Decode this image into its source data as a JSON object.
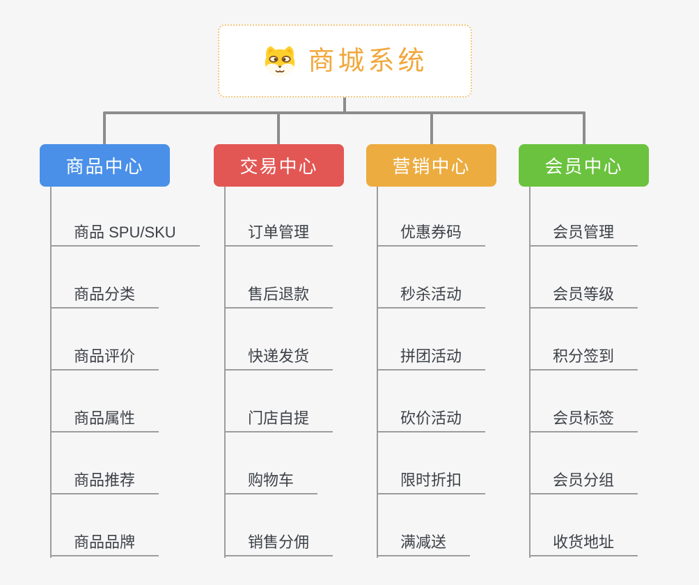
{
  "root": {
    "title": "商城系统",
    "icon": "dog-icon",
    "title_color": "#f0a83d",
    "border_color": "#f3c67c",
    "background": "#ffffff"
  },
  "canvas_background": "#f6f6f6",
  "connector_color": "#8c8c8c",
  "leaf_line_color": "#9c9c9c",
  "leaf_text_color": "#3d4147",
  "branches": [
    {
      "label": "商品中心",
      "color": "#4a90e8",
      "children": [
        "商品 SPU/SKU",
        "商品分类",
        "商品评价",
        "商品属性",
        "商品推荐",
        "商品品牌"
      ]
    },
    {
      "label": "交易中心",
      "color": "#e25754",
      "children": [
        "订单管理",
        "售后退款",
        "快递发货",
        "门店自提",
        "购物车",
        "销售分佣"
      ]
    },
    {
      "label": "营销中心",
      "color": "#ecac40",
      "children": [
        "优惠券码",
        "秒杀活动",
        "拼团活动",
        "砍价活动",
        "限时折扣",
        "满减送"
      ]
    },
    {
      "label": "会员中心",
      "color": "#6bc23e",
      "children": [
        "会员管理",
        "会员等级",
        "积分签到",
        "会员标签",
        "会员分组",
        "收货地址"
      ]
    }
  ]
}
